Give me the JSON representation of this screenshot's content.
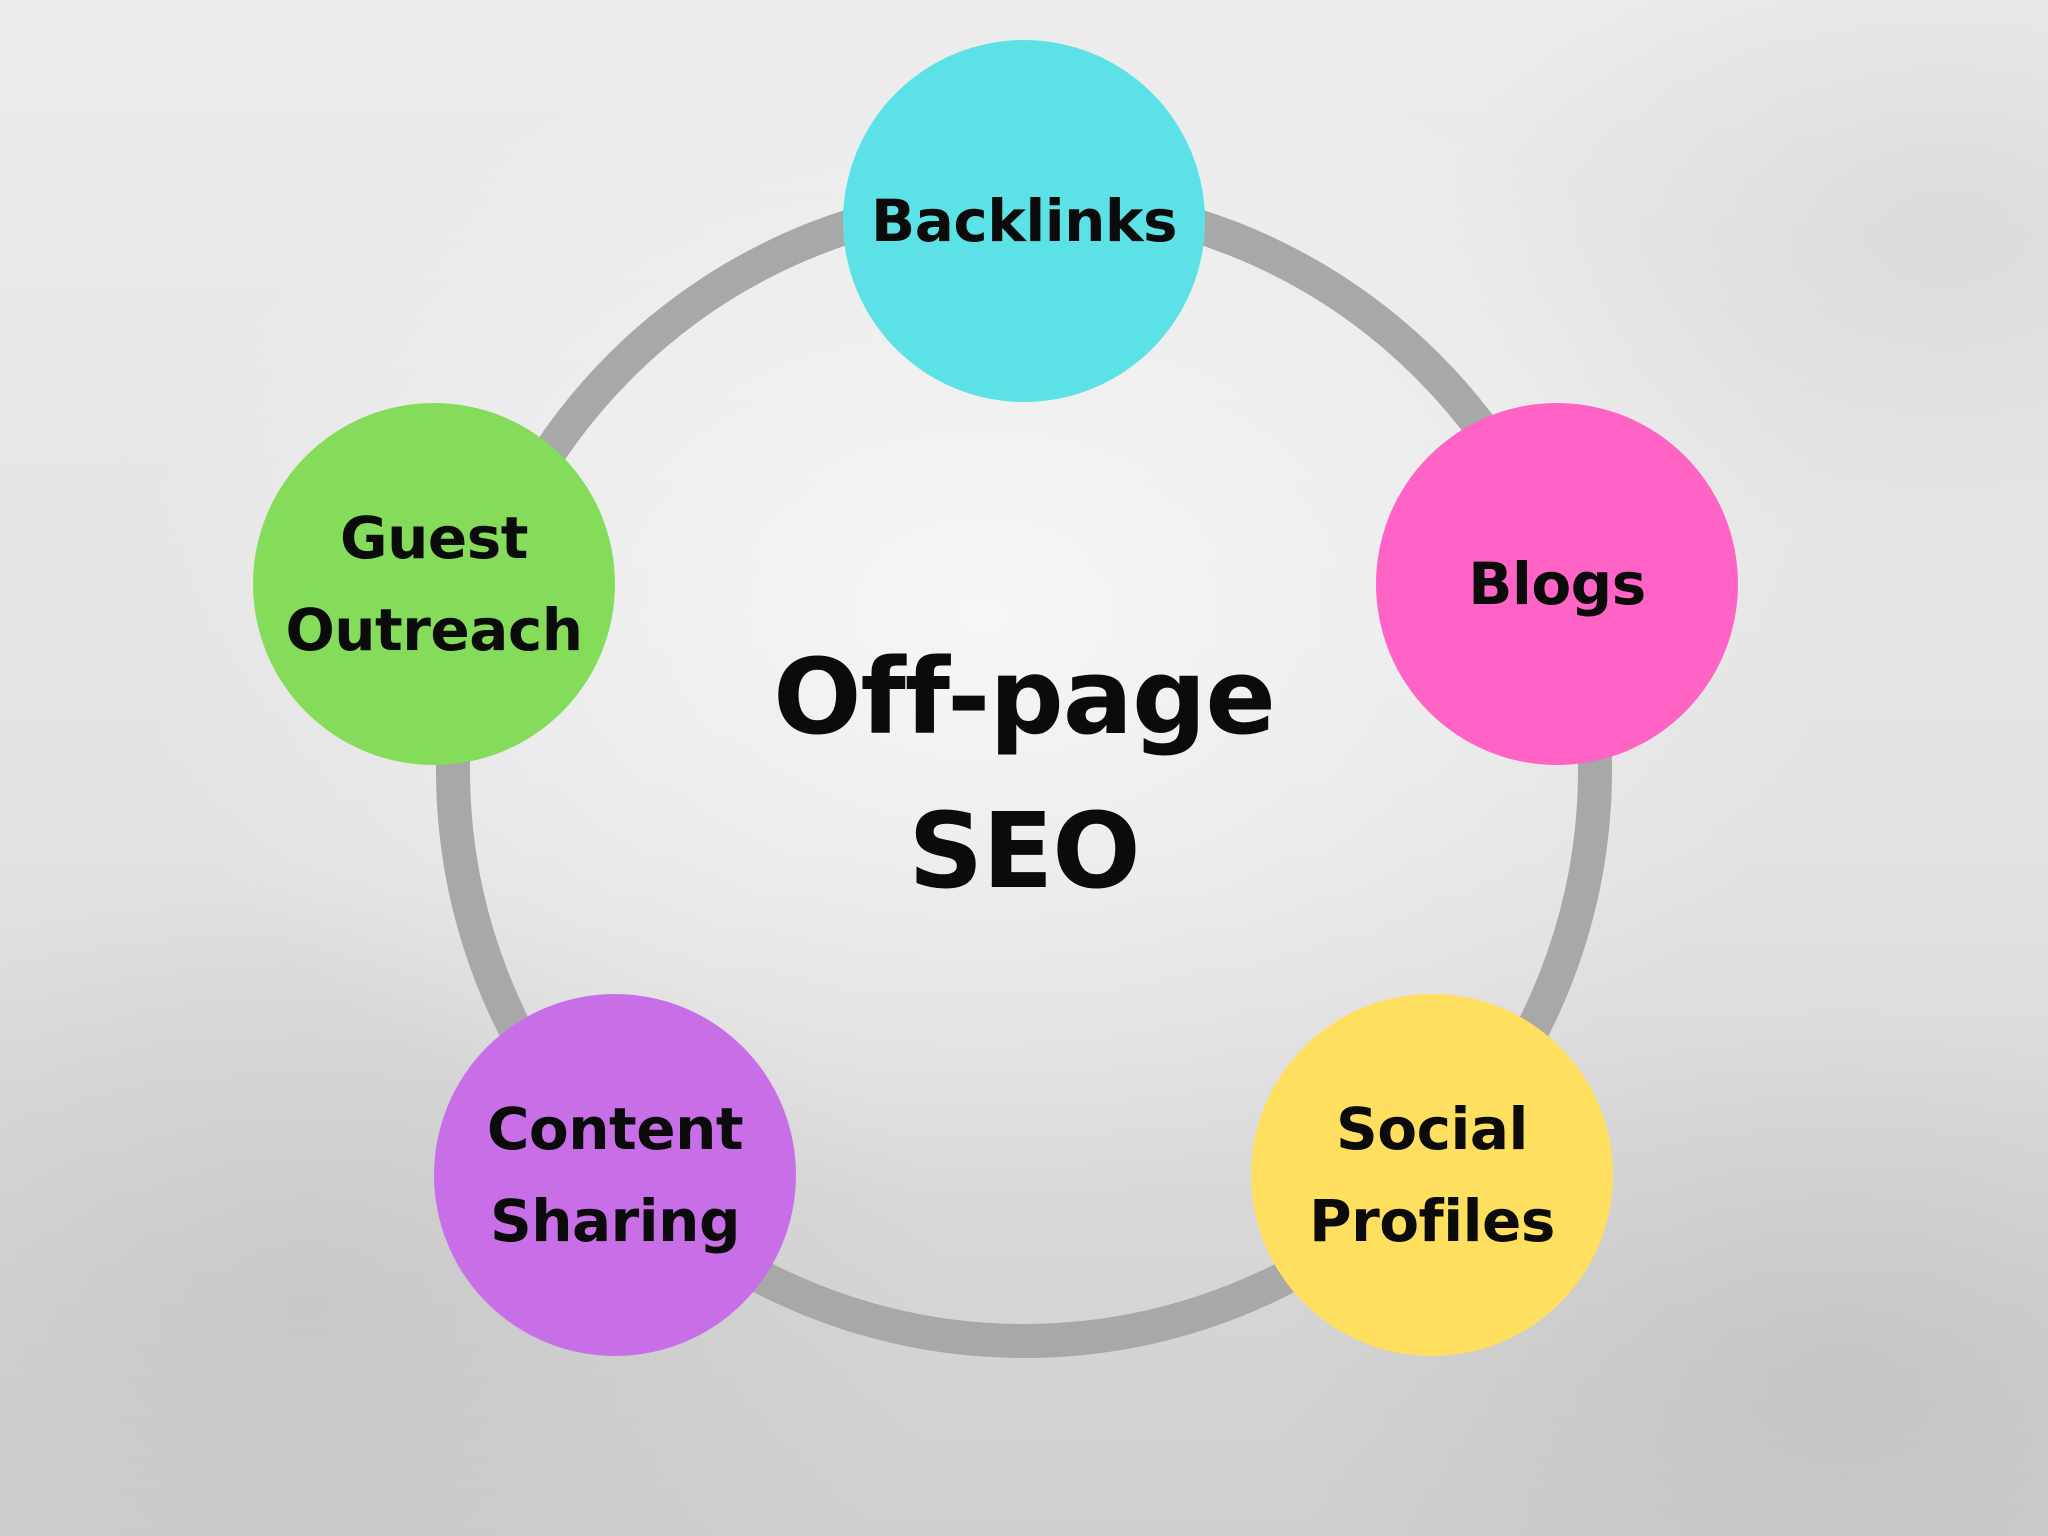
{
  "diagram": {
    "center_title": "Off-page\nSEO",
    "ring_color": "#a8a8a8",
    "nodes": [
      {
        "label": "Backlinks",
        "color": "#5ce2e6"
      },
      {
        "label": "Blogs",
        "color": "#ff63c6"
      },
      {
        "label": "Guest\nOutreach",
        "color": "#84dc5a"
      },
      {
        "label": "Content\nSharing",
        "color": "#c86fe8"
      },
      {
        "label": "Social\nProfiles",
        "color": "#ffdf5f"
      }
    ]
  }
}
